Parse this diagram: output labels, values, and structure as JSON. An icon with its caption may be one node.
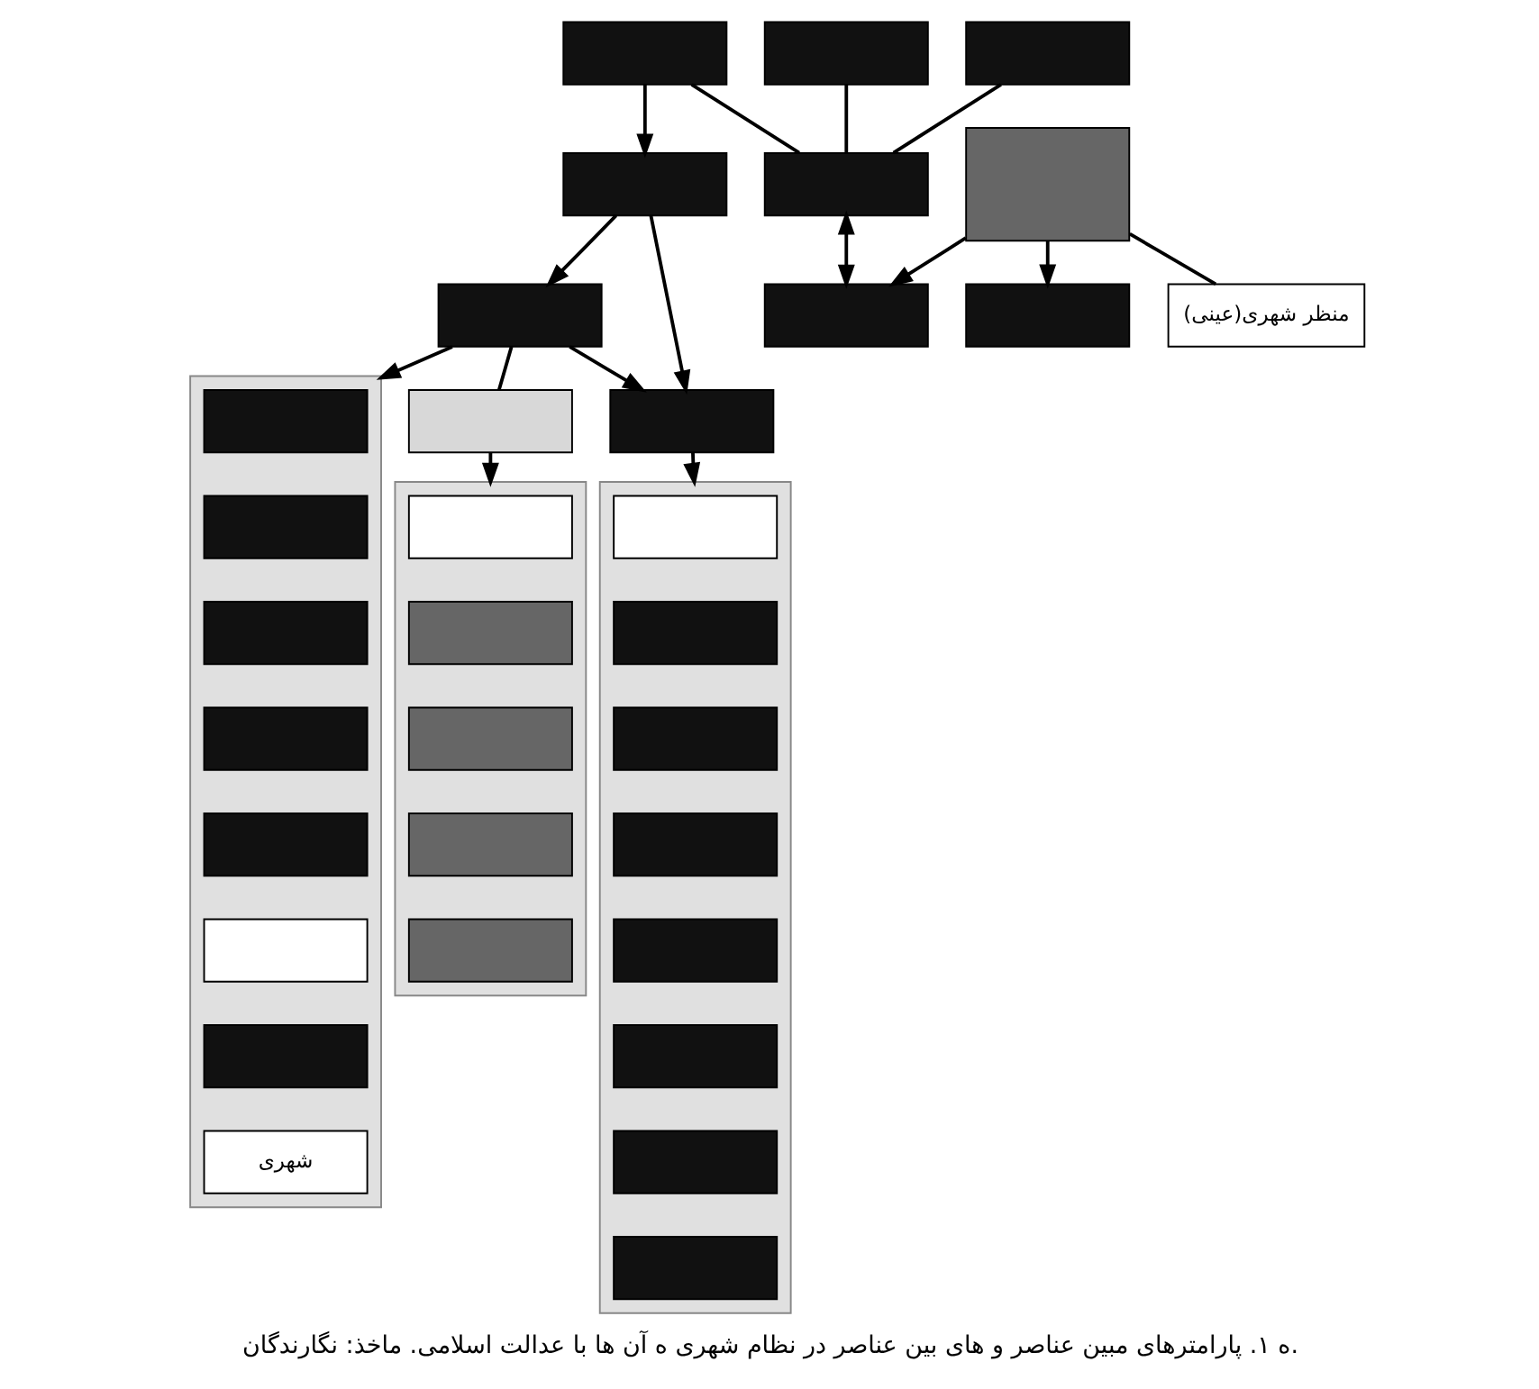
{
  "diagram": {
    "caption": "ه ۱. پارامترهای مبین عناصر و های بین عناصر در نظام شهری ه آن ها با عدالت اسلامی. ماخذ: نگارندگان.",
    "nodes": [
      {
        "text": [],
        "shape": "box"
      },
      {
        "text": [],
        "shape": "box"
      },
      {
        "text": [],
        "shape": "box"
      },
      {
        "text": [],
        "shape": "box"
      },
      {
        "text": [],
        "shape": "box"
      },
      {
        "text": [],
        "shape": "box"
      },
      {
        "text": [],
        "shape": "box"
      },
      {
        "text": [],
        "shape": "box"
      },
      {
        "text": [],
        "shape": "box"
      },
      {
        "text": [],
        "shape": "box"
      },
      {
        "text": [
          "منظر شهری(عینی)"
        ]
      },
      {
        "text": [],
        "shape": "box"
      },
      {
        "text": [],
        "shape": "box"
      },
      {
        "text": [],
        "shape": "box",
        "in": 12
      },
      {
        "text": [],
        "shape": "box",
        "in": 12
      },
      {
        "text": [],
        "shape": "box",
        "in": 12
      },
      {
        "text": [],
        "shape": "box",
        "in": 12
      },
      {
        "text": [],
        "shape": "box",
        "in": 12
      },
      {
        "text": [],
        "shape": "box",
        "in": 12
      },
      {
        "text": [],
        "shape": "box",
        "in": 12
      },
      {
        "text": [],
        "shape": "box",
        "in": 12
      },
      {
        "text": [],
        "shape": "box"
      },
      {
        "text": [],
        "shape": "box",
        "in": 21
      },
      {
        "text": [],
        "shape": "box",
        "in": 21
      },
      {
        "text": [],
        "shape": "box",
        "in": 21
      },
      {
        "text": [],
        "shape": "box",
        "in": 21
      },
      {
        "text": [],
        "shape": "box",
        "in": 21
      },
      {
        "text": [],
        "shape": "box"
      },
      {
        "text": [],
        "shape": "box",
        "in": 27
      },
      {
        "text": [],
        "shape": "box",
        "in": 27
      },
      {
        "text": [],
        "shape": "box",
        "in": 27
      },
      {
        "text": [],
        "shape": "box",
        "in": 27
      },
      {
        "text": [],
        "shape": "box",
        "in": 27
      },
      {
        "text": [],
        "shape": "box",
        "in": 27
      },
      {
        "text": [],
        "shape": "box",
        "in": 27
      },
      {
        "text": [
          "شهری"
        ],
        "in": 27
      }
    ],
    "edges": [
      {
        "from": 0,
        "to": 1,
        "arrow": "to"
      },
      {
        "from": 0,
        "to": 2,
        "arrow": "to"
      },
      {
        "from": 3,
        "to": 0,
        "arrow": "to"
      },
      {
        "from": 2,
        "to": 1,
        "arrow": "to"
      },
      {
        "from": 2,
        "to": 7,
        "arrow": "none"
      },
      {
        "from": 3,
        "to": 6,
        "arrow": "none"
      },
      {
        "from": 4,
        "to": 6,
        "arrow": "none"
      },
      {
        "from": 5,
        "to": 6,
        "arrow": "none"
      },
      {
        "from": 6,
        "to": 8,
        "arrow": "both"
      },
      {
        "from": 9,
        "to": 8,
        "arrow": "to"
      },
      {
        "from": 9,
        "to": 11,
        "arrow": "to"
      },
      {
        "from": 9,
        "to": 10,
        "arrow": "none"
      },
      {
        "from": 1,
        "to": 12,
        "arrow": "to"
      },
      {
        "from": 7,
        "to": 21,
        "arrow": "to"
      },
      {
        "from": 2,
        "to": 27,
        "arrow": "to"
      }
    ]
  }
}
